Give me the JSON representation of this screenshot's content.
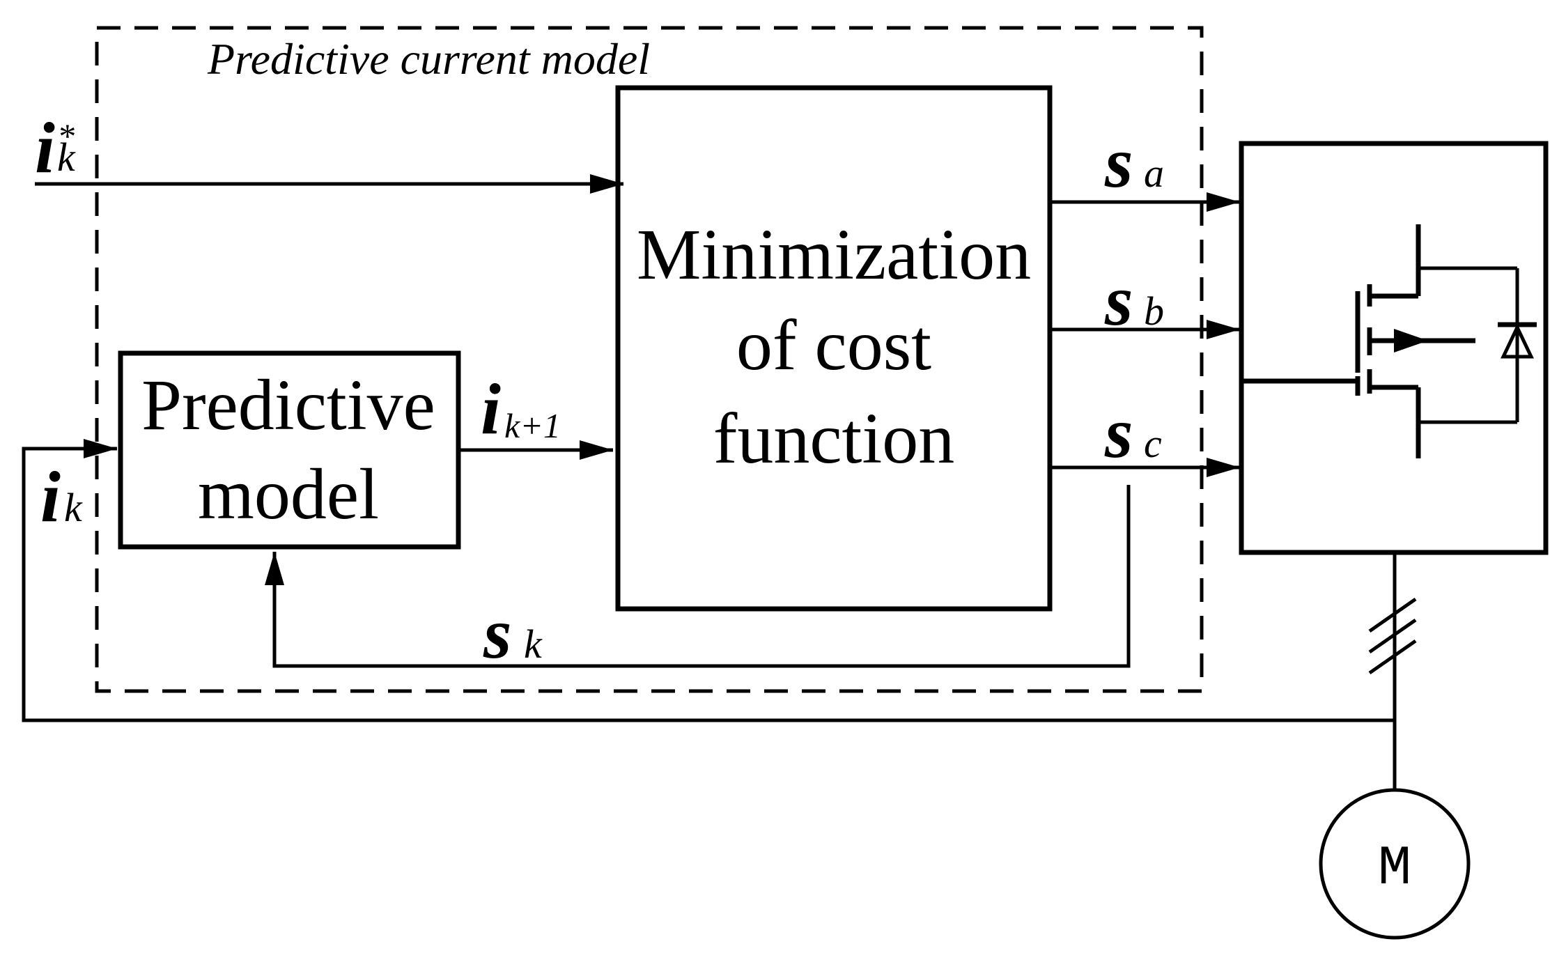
{
  "frame": {
    "title": "Predictive current model",
    "style": "dashed"
  },
  "blocks": {
    "predictive_model": {
      "lines": [
        "Predictive",
        "model"
      ]
    },
    "cost_function": {
      "lines": [
        "Minimization",
        "of cost",
        "function"
      ]
    },
    "motor": {
      "label": "M"
    }
  },
  "signals": {
    "i_ref": {
      "main": "i",
      "sub": "k",
      "sup": "*"
    },
    "i_meas": {
      "main": "i",
      "sub": "k"
    },
    "i_next": {
      "main": "i",
      "sub": "k+1"
    },
    "s_a": {
      "main": "s",
      "sub": "a"
    },
    "s_b": {
      "main": "s",
      "sub": "b"
    },
    "s_c": {
      "main": "s",
      "sub": "c"
    },
    "s_k": {
      "main": "s",
      "sub": "k"
    }
  },
  "colors": {
    "stroke": "#000000",
    "background": "#ffffff"
  }
}
